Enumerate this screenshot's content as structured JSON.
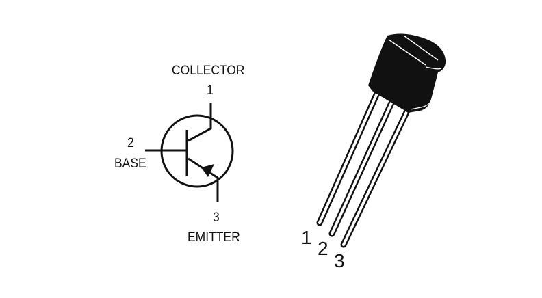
{
  "diagram": {
    "type": "transistor-pinout",
    "colors": {
      "background": "#ffffff",
      "ink": "#111111",
      "body": "#111111",
      "lead": "#ffffff"
    },
    "schematic": {
      "symbol": "PNP bipolar transistor",
      "collector": {
        "pin": "1",
        "label": "COLLECTOR"
      },
      "base": {
        "pin": "2",
        "label": "BASE"
      },
      "emitter": {
        "pin": "3",
        "label": "EMITTER"
      }
    },
    "package": {
      "style": "TO-92",
      "pins": [
        {
          "number": "1"
        },
        {
          "number": "2"
        },
        {
          "number": "3"
        }
      ]
    }
  }
}
